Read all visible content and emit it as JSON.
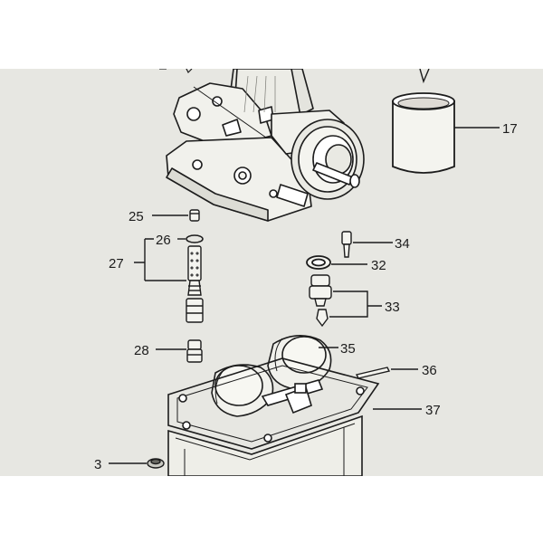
{
  "diagram": {
    "colors": {
      "paper": "#e7e7e2",
      "frame": "#ffffff",
      "ink": "#1c1c1c",
      "part_fill": "#f1f1ec",
      "part_shade": "#bdbdb6"
    },
    "callouts": [
      {
        "id": "17",
        "text": "17"
      },
      {
        "id": "25",
        "text": "25"
      },
      {
        "id": "26",
        "text": "26"
      },
      {
        "id": "27",
        "text": "27"
      },
      {
        "id": "28",
        "text": "28"
      },
      {
        "id": "32",
        "text": "32"
      },
      {
        "id": "33",
        "text": "33"
      },
      {
        "id": "34",
        "text": "34"
      },
      {
        "id": "35",
        "text": "35"
      },
      {
        "id": "36",
        "text": "36"
      },
      {
        "id": "37",
        "text": "37"
      },
      {
        "id": "3",
        "text": "3"
      }
    ]
  }
}
